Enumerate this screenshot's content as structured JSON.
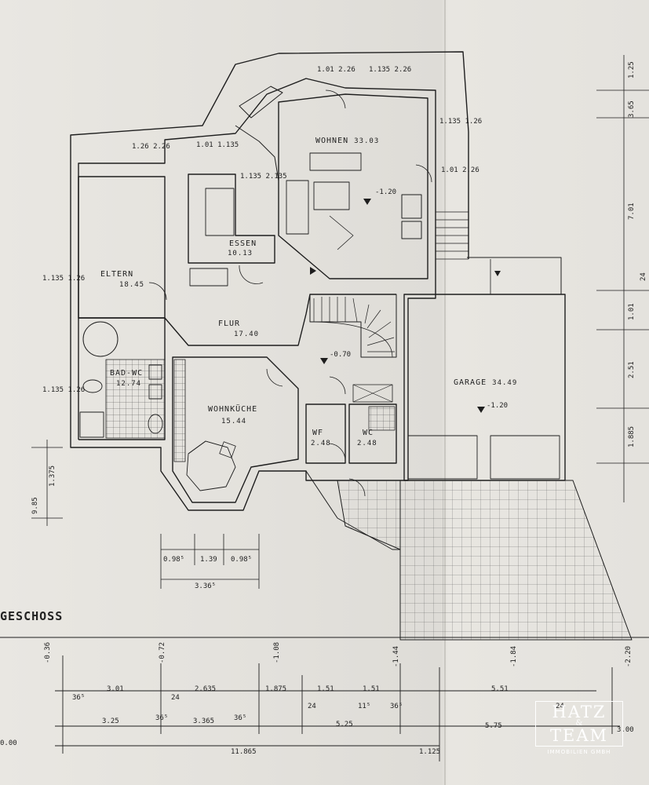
{
  "storey_title": "GESCHOSS",
  "rooms": [
    {
      "name": "WOHNEN",
      "area": "33.03"
    },
    {
      "name": "ESSEN",
      "area": "10.13"
    },
    {
      "name": "ELTERN",
      "area": "18.45"
    },
    {
      "name": "FLUR",
      "area": "17.40"
    },
    {
      "name": "BAD-WC",
      "area": "12.74"
    },
    {
      "name": "WOHNKÜCHE",
      "area": "15.44"
    },
    {
      "name": "WF",
      "area": "2.48"
    },
    {
      "name": "WC",
      "area": "2.48"
    },
    {
      "name": "GARAGE",
      "area": "34.49"
    }
  ],
  "levels": {
    "wohnen": "-1.20",
    "flur": "-0.70",
    "garage": "-1.20"
  },
  "window_labels": [
    "1.01 2.26",
    "1.135 2.26",
    "1.26 2.26",
    "1.01 1.135",
    "1.135 1.26",
    "1.01 2.26",
    "1.135 2.135"
  ],
  "dims_bottom_row1": [
    "3.01",
    "2.635",
    "1.875",
    "1.51",
    "1.51",
    "5.51"
  ],
  "dims_bottom_row2": [
    "3.25",
    "3.365",
    "5.25",
    "5.75"
  ],
  "dims_bottom_small": [
    "36⁵",
    "24",
    "36⁵",
    "36⁵",
    "24",
    "11⁵",
    "36⁵",
    "24"
  ],
  "dims_total": [
    "11.865",
    "1.125",
    "3.00",
    "0.00"
  ],
  "levels_bottom": [
    "-0.36",
    "-0.72",
    "-1.08",
    "-1.44",
    "-1.84",
    "-2.20"
  ],
  "dims_bay": [
    "0.98⁵",
    "1.39",
    "0.98⁵",
    "3.36⁵"
  ],
  "dims_right": [
    "1.25",
    "3.65",
    "7.01",
    "1.01",
    "2.51",
    "1.885",
    "24"
  ],
  "dims_left": [
    "1.135 1.26",
    "1.135 1.26",
    "9.85",
    "1.375"
  ],
  "logo": {
    "line1": "HATZ",
    "amp": "&",
    "line2": "TEAM",
    "sub": "IMMOBILIEN GMBH"
  }
}
